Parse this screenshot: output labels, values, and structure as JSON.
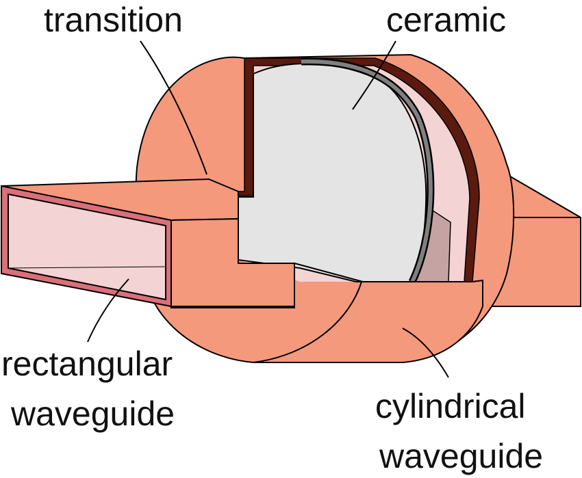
{
  "labels": {
    "transition": "transition",
    "ceramic": "ceramic",
    "rectangular_line1": "rectangular",
    "rectangular_line2": "waveguide",
    "cylindrical_line1": "cylindrical",
    "cylindrical_line2": "waveguide"
  },
  "colors": {
    "copper": "#F4997C",
    "dark_brown": "#5A1A0E",
    "pink_fill": "#F3D3D3",
    "ceramic_grey": "#E4E4E4",
    "ring_grey": "#808080",
    "shadow": "#C6A3A3",
    "rect_edge": "#D9707A",
    "outline": "#000000"
  }
}
